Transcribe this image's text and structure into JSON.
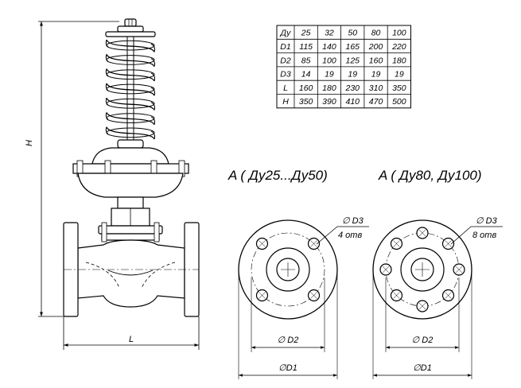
{
  "table": {
    "rows": [
      {
        "label": "Ду",
        "values": [
          "25",
          "32",
          "50",
          "80",
          "100"
        ]
      },
      {
        "label": "D1",
        "values": [
          "115",
          "140",
          "165",
          "200",
          "220"
        ]
      },
      {
        "label": "D2",
        "values": [
          "85",
          "100",
          "125",
          "160",
          "180"
        ]
      },
      {
        "label": "D3",
        "values": [
          "14",
          "19",
          "19",
          "19",
          "19"
        ]
      },
      {
        "label": "L",
        "values": [
          "160",
          "180",
          "230",
          "310",
          "350"
        ]
      },
      {
        "label": "H",
        "values": [
          "350",
          "390",
          "410",
          "470",
          "500"
        ]
      }
    ]
  },
  "valve": {
    "height_label": "H",
    "length_label": "L"
  },
  "flange_left": {
    "caption": "A ( Ду25...Ду50)",
    "hole_diameter_label": "∅ D3",
    "hole_count_label": "4 отв",
    "bolt_circle_label": "∅ D2",
    "outer_diameter_label": "∅D1",
    "hole_count": 4
  },
  "flange_right": {
    "caption": "A ( Ду80, Ду100)",
    "hole_diameter_label": "∅ D3",
    "hole_count_label": "8 отв",
    "bolt_circle_label": "∅ D2",
    "outer_diameter_label": "∅D1",
    "hole_count": 8
  }
}
